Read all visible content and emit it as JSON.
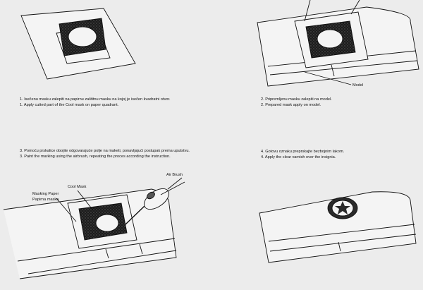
{
  "steps": [
    {
      "line1": "1. Isečenu masku zalepiti na papirnu zaštitnu masku na kojoj je isečen kvadratni otvor.",
      "line2": "1. Apply cutted part of the Cool mask on paper quadrant."
    },
    {
      "line1": "2. Pripremljenu masku zalepiti na model.",
      "line2": "2. Prepared mask apply on model."
    },
    {
      "line1": "3. Pomoću prskalice obojite odgovarajuće polje na maketi, ponavljajući postupak prema uputstvu.",
      "line2": "3. Paint the marking using the airbrush, repeating the proces according the instruction."
    },
    {
      "line1": "4. Gotovu oznaku preprskajte bezbojnim lakom.",
      "line2": "4. Apply the clear varnish over the insignia."
    }
  ],
  "labels": {
    "model": "Model",
    "air_brush": "Air Brush",
    "cool_mask": "Cool Mask",
    "masking_paper": "Masking Paper",
    "papirna_maska": "Papirna maska"
  },
  "colors": {
    "paper": "#ececec",
    "ink": "#111111",
    "mask": "#2a2a2a"
  }
}
